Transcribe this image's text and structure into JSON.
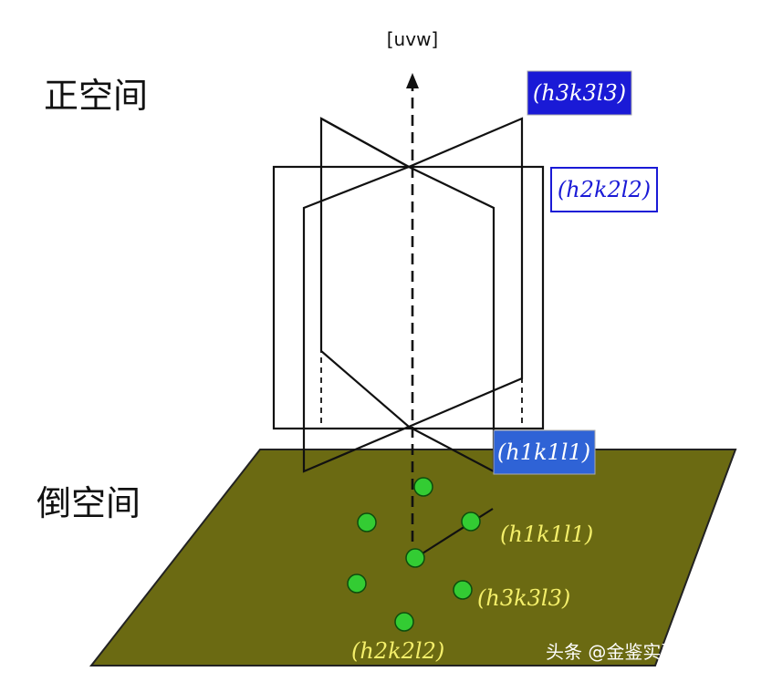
{
  "axis_label": "[uvw]",
  "real_space_label": "正空间",
  "reciprocal_space_label": "倒空间",
  "planes": [
    {
      "id": "h3k3l3",
      "label": "(h3k3l3)",
      "box_color": "#1a1ad6"
    },
    {
      "id": "h2k2l2",
      "label": "(h2k2l2)",
      "box_color": "#1a1ad6"
    },
    {
      "id": "h1k1l1",
      "label": "(h1k1l1)",
      "box_color": "#2f63d6"
    }
  ],
  "points": [
    {
      "id": "h1k1l1",
      "label": "(h1k1l1)"
    },
    {
      "id": "h3k3l3",
      "label": "(h3k3l3)"
    },
    {
      "id": "h2k2l2",
      "label": "(h2k2l2)"
    }
  ],
  "watermark": "头条 @金鉴实验室李工",
  "colors": {
    "reciprocal_plane": "#6b6a12",
    "point_fill": "#33cc33",
    "point_label": "#f4ef6a",
    "box_text": "#ffffff",
    "lines": "#111111"
  }
}
